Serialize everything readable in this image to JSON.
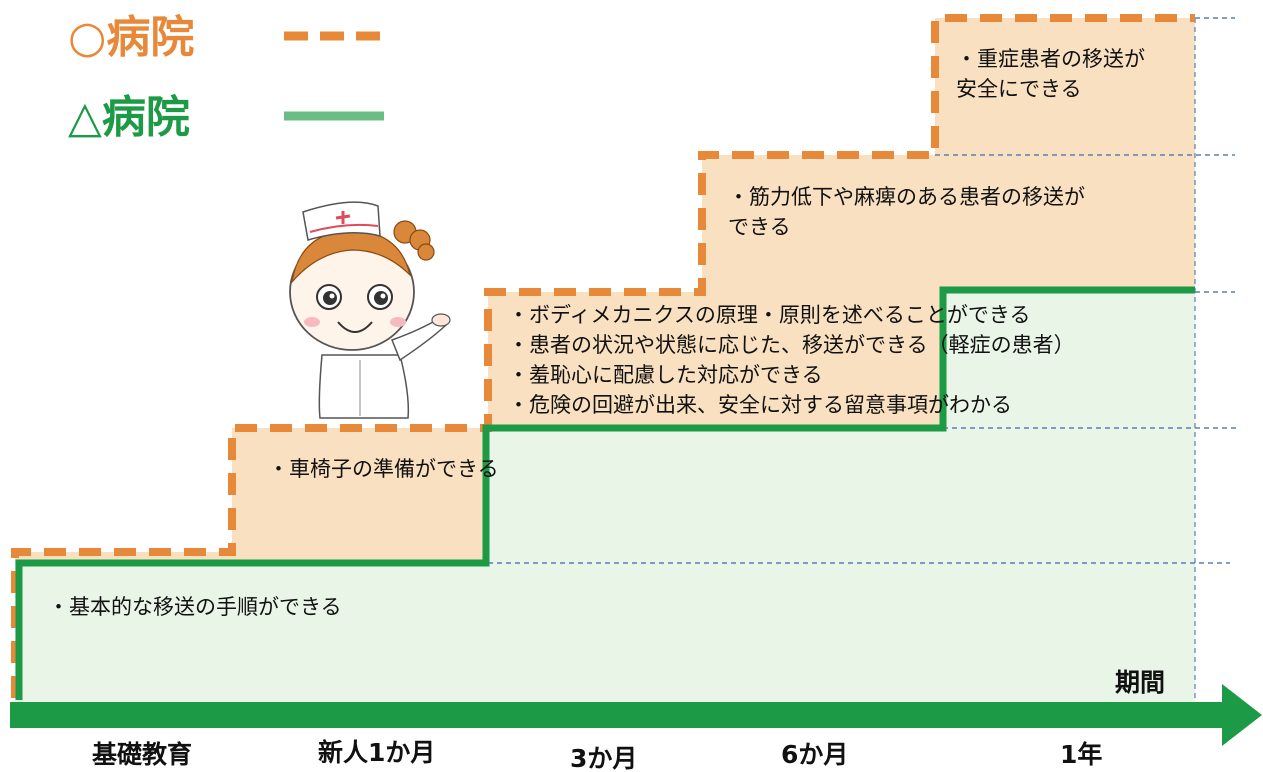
{
  "legend": [
    {
      "label": "○病院",
      "color": "#e8893a",
      "line_style": "dashed"
    },
    {
      "label": "△病院",
      "color": "#1c9a45",
      "line_style": "solid"
    }
  ],
  "steps": [
    {
      "lines": [
        "・基本的な移送の手順ができる"
      ]
    },
    {
      "lines": [
        "・車椅子の準備ができる"
      ]
    },
    {
      "lines": [
        "・ボディメカニクスの原理・原則を述べることができる",
        "・患者の状況や状態に応じた、移送ができる（軽症の患者）",
        "・羞恥心に配慮した対応ができる",
        "・危険の回避が出来、安全に対する留意事項がわかる"
      ]
    },
    {
      "lines": [
        "・筋力低下や麻痺のある患者の移送が",
        "できる"
      ]
    },
    {
      "lines": [
        "・重症患者の移送が",
        "安全にできる"
      ]
    }
  ],
  "axis": {
    "title": "期間",
    "labels": [
      "基礎教育",
      "新人1か月",
      "3か月",
      "6か月",
      "1年"
    ]
  },
  "colors": {
    "orange": "#e8893a",
    "green": "#1c9a45",
    "orange_fill": "#f8e0c0",
    "green_fill": "#e9f5e7",
    "guide": "#5b7fb5"
  },
  "illustration": {
    "name": "nurse-character"
  }
}
